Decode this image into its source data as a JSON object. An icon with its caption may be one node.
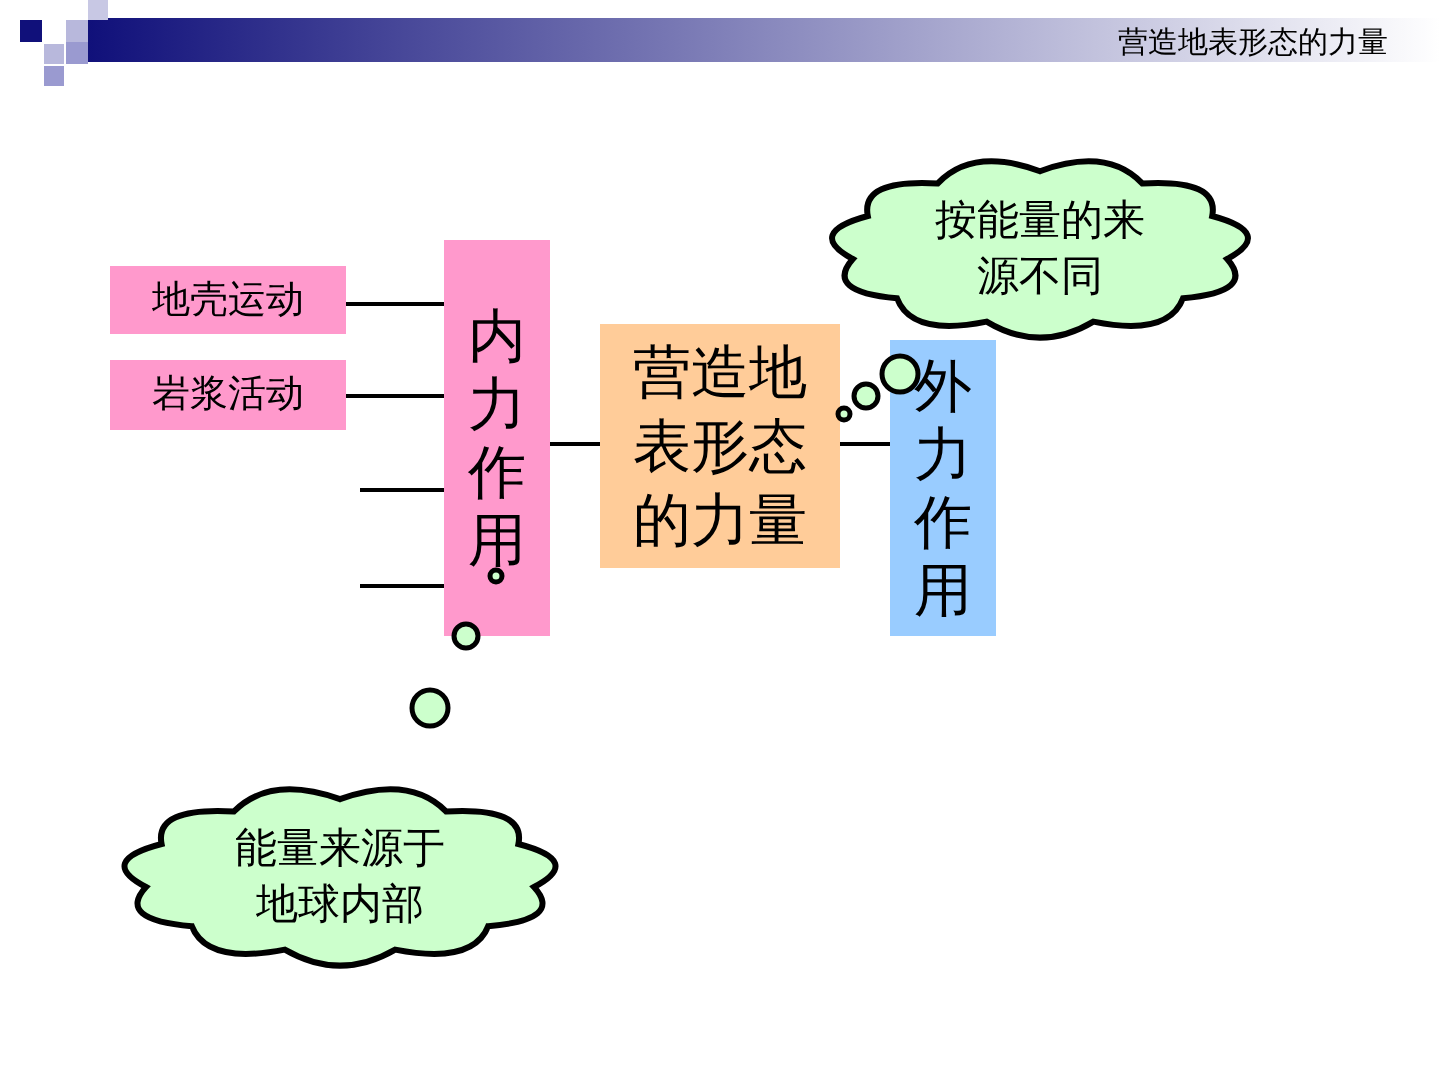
{
  "diagram": {
    "title": "营造地表形态的力量",
    "nodes": [
      {
        "text": [
          "地壳运动"
        ]
      },
      {
        "text": [
          "岩浆活动"
        ]
      },
      {
        "text": [
          "内力作用"
        ]
      },
      {
        "text": [
          "营造地表形态的力量"
        ]
      },
      {
        "text": [
          "外力作用"
        ]
      },
      {
        "text": [
          "按能量的来源不同"
        ]
      },
      {
        "text": [
          "能量来源于地球内部"
        ]
      }
    ],
    "edges": [
      {
        "from": 0,
        "to": 2,
        "arrow": "none"
      },
      {
        "from": 1,
        "to": 2,
        "arrow": "none"
      },
      {
        "from": null,
        "to": 2,
        "arrow": "none"
      },
      {
        "from": null,
        "to": 2,
        "arrow": "none"
      },
      {
        "from": 2,
        "to": 3,
        "arrow": "none"
      },
      {
        "from": 3,
        "to": 4,
        "arrow": "none"
      }
    ]
  }
}
